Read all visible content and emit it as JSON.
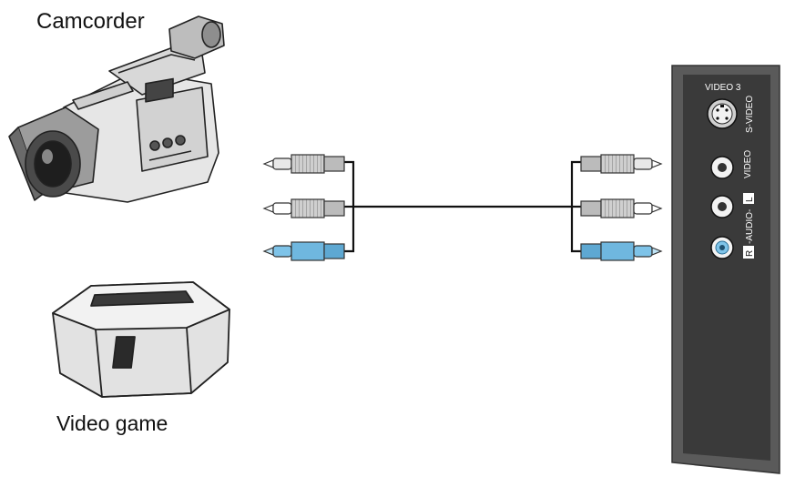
{
  "devices": {
    "camcorder_label": "Camcorder",
    "video_game_label": "Video game"
  },
  "panel": {
    "title": "VIDEO 3",
    "svideo_label": "S-VIDEO",
    "video_label": "VIDEO",
    "audio_l_label": "L",
    "audio_label": "-AUDIO-",
    "audio_r_label": "R"
  },
  "plug_colors": {
    "video": "#e8e8e8",
    "audio_left": "#ffffff",
    "audio_right": "#7ec3e8"
  }
}
